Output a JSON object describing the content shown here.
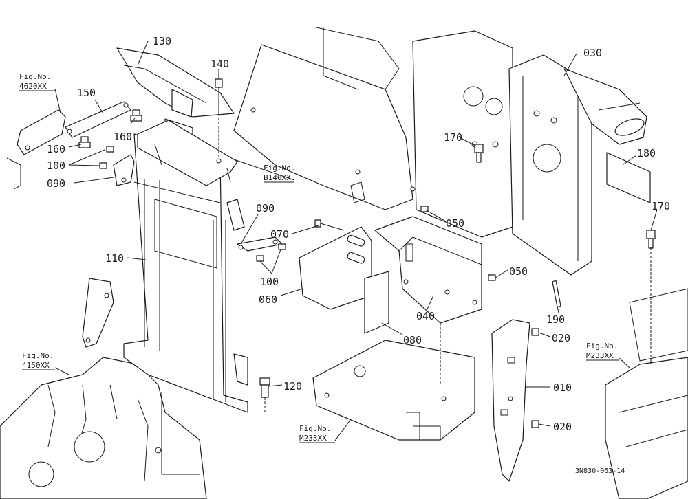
{
  "diagram": {
    "drawing_code": "3N830-063-14",
    "callouts": [
      "130",
      "140",
      "150",
      "160",
      "160",
      "100",
      "090",
      "110",
      "090",
      "070",
      "100",
      "060",
      "080",
      "040",
      "050",
      "050",
      "170",
      "030",
      "180",
      "170",
      "190",
      "020",
      "010",
      "020",
      "120"
    ],
    "fig_refs": [
      {
        "title": "Fig.No.",
        "code": "4620XX"
      },
      {
        "title": "Fig.No.",
        "code": "B140XX"
      },
      {
        "title": "Fig.No.",
        "code": "4150XX"
      },
      {
        "title": "Fig.No.",
        "code": "M233XX"
      },
      {
        "title": "Fig.No.",
        "code": "M233XX"
      }
    ]
  }
}
